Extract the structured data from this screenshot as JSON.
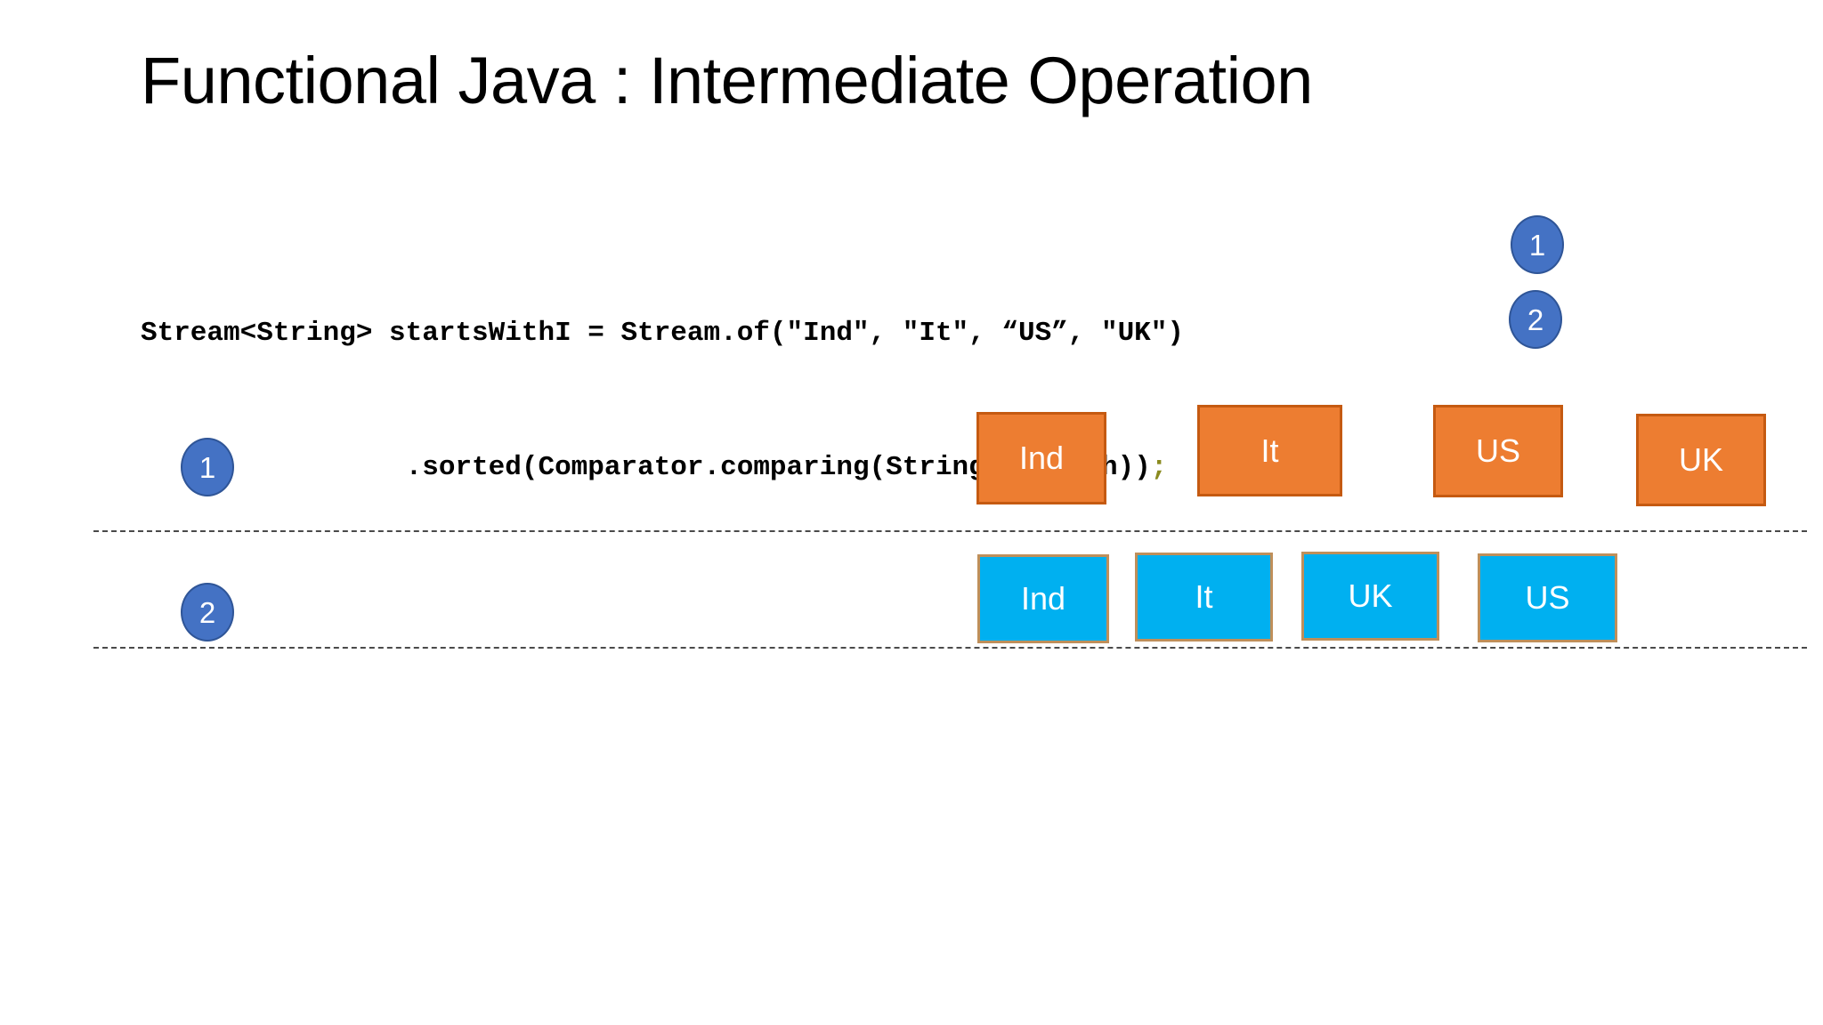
{
  "slide": {
    "title": "Functional Java : Intermediate Operation",
    "background": "#ffffff"
  },
  "code": {
    "line1": "Stream<String> startsWithI = Stream.of(\"Ind\", \"It\", “US”, \"UK\")",
    "line2_indent": "                ",
    "line2_body": ".sorted(Comparator.comparing(String::length))",
    "line2_semicolon": ";",
    "semicolon_color": "#8a8a1f",
    "text_color": "#000000"
  },
  "callouts": {
    "code_badge_1": "1",
    "code_badge_2": "2",
    "row_badge_1": "1",
    "row_badge_2": "2",
    "badge_fill": "#4472C4",
    "badge_border": "#2F5597",
    "badge_text_color": "#ffffff"
  },
  "rows": [
    {
      "id": "row-1",
      "badge": "1",
      "box_fill": "#ED7D31",
      "box_border": "#C55A11",
      "boxes": [
        {
          "label": "Ind"
        },
        {
          "label": "It"
        },
        {
          "label": "US"
        },
        {
          "label": "UK"
        }
      ]
    },
    {
      "id": "row-2",
      "badge": "2",
      "box_fill": "#00B0F0",
      "box_border": "#BF8F5A",
      "boxes": [
        {
          "label": "Ind"
        },
        {
          "label": "It"
        },
        {
          "label": "UK"
        },
        {
          "label": "US"
        }
      ]
    }
  ],
  "dividers": {
    "color": "#4a4a4a",
    "style": "dashed"
  }
}
